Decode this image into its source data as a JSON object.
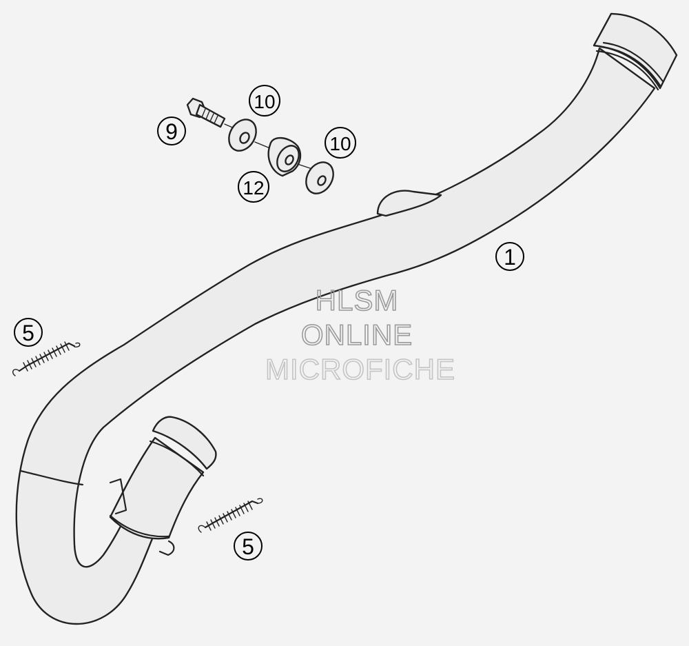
{
  "callouts": {
    "pipe": "1",
    "spring_upper": "5",
    "spring_lower": "5",
    "screw": "9",
    "washer_top": "10",
    "washer_right": "10",
    "rubber_bushing": "12"
  },
  "watermark": {
    "line1": "HLSM",
    "line2": "ONLINE",
    "line3": "MICROFICHE"
  },
  "colors": {
    "background": "#f3f3f3",
    "part_fill": "#ececec",
    "outline": "#222222"
  }
}
